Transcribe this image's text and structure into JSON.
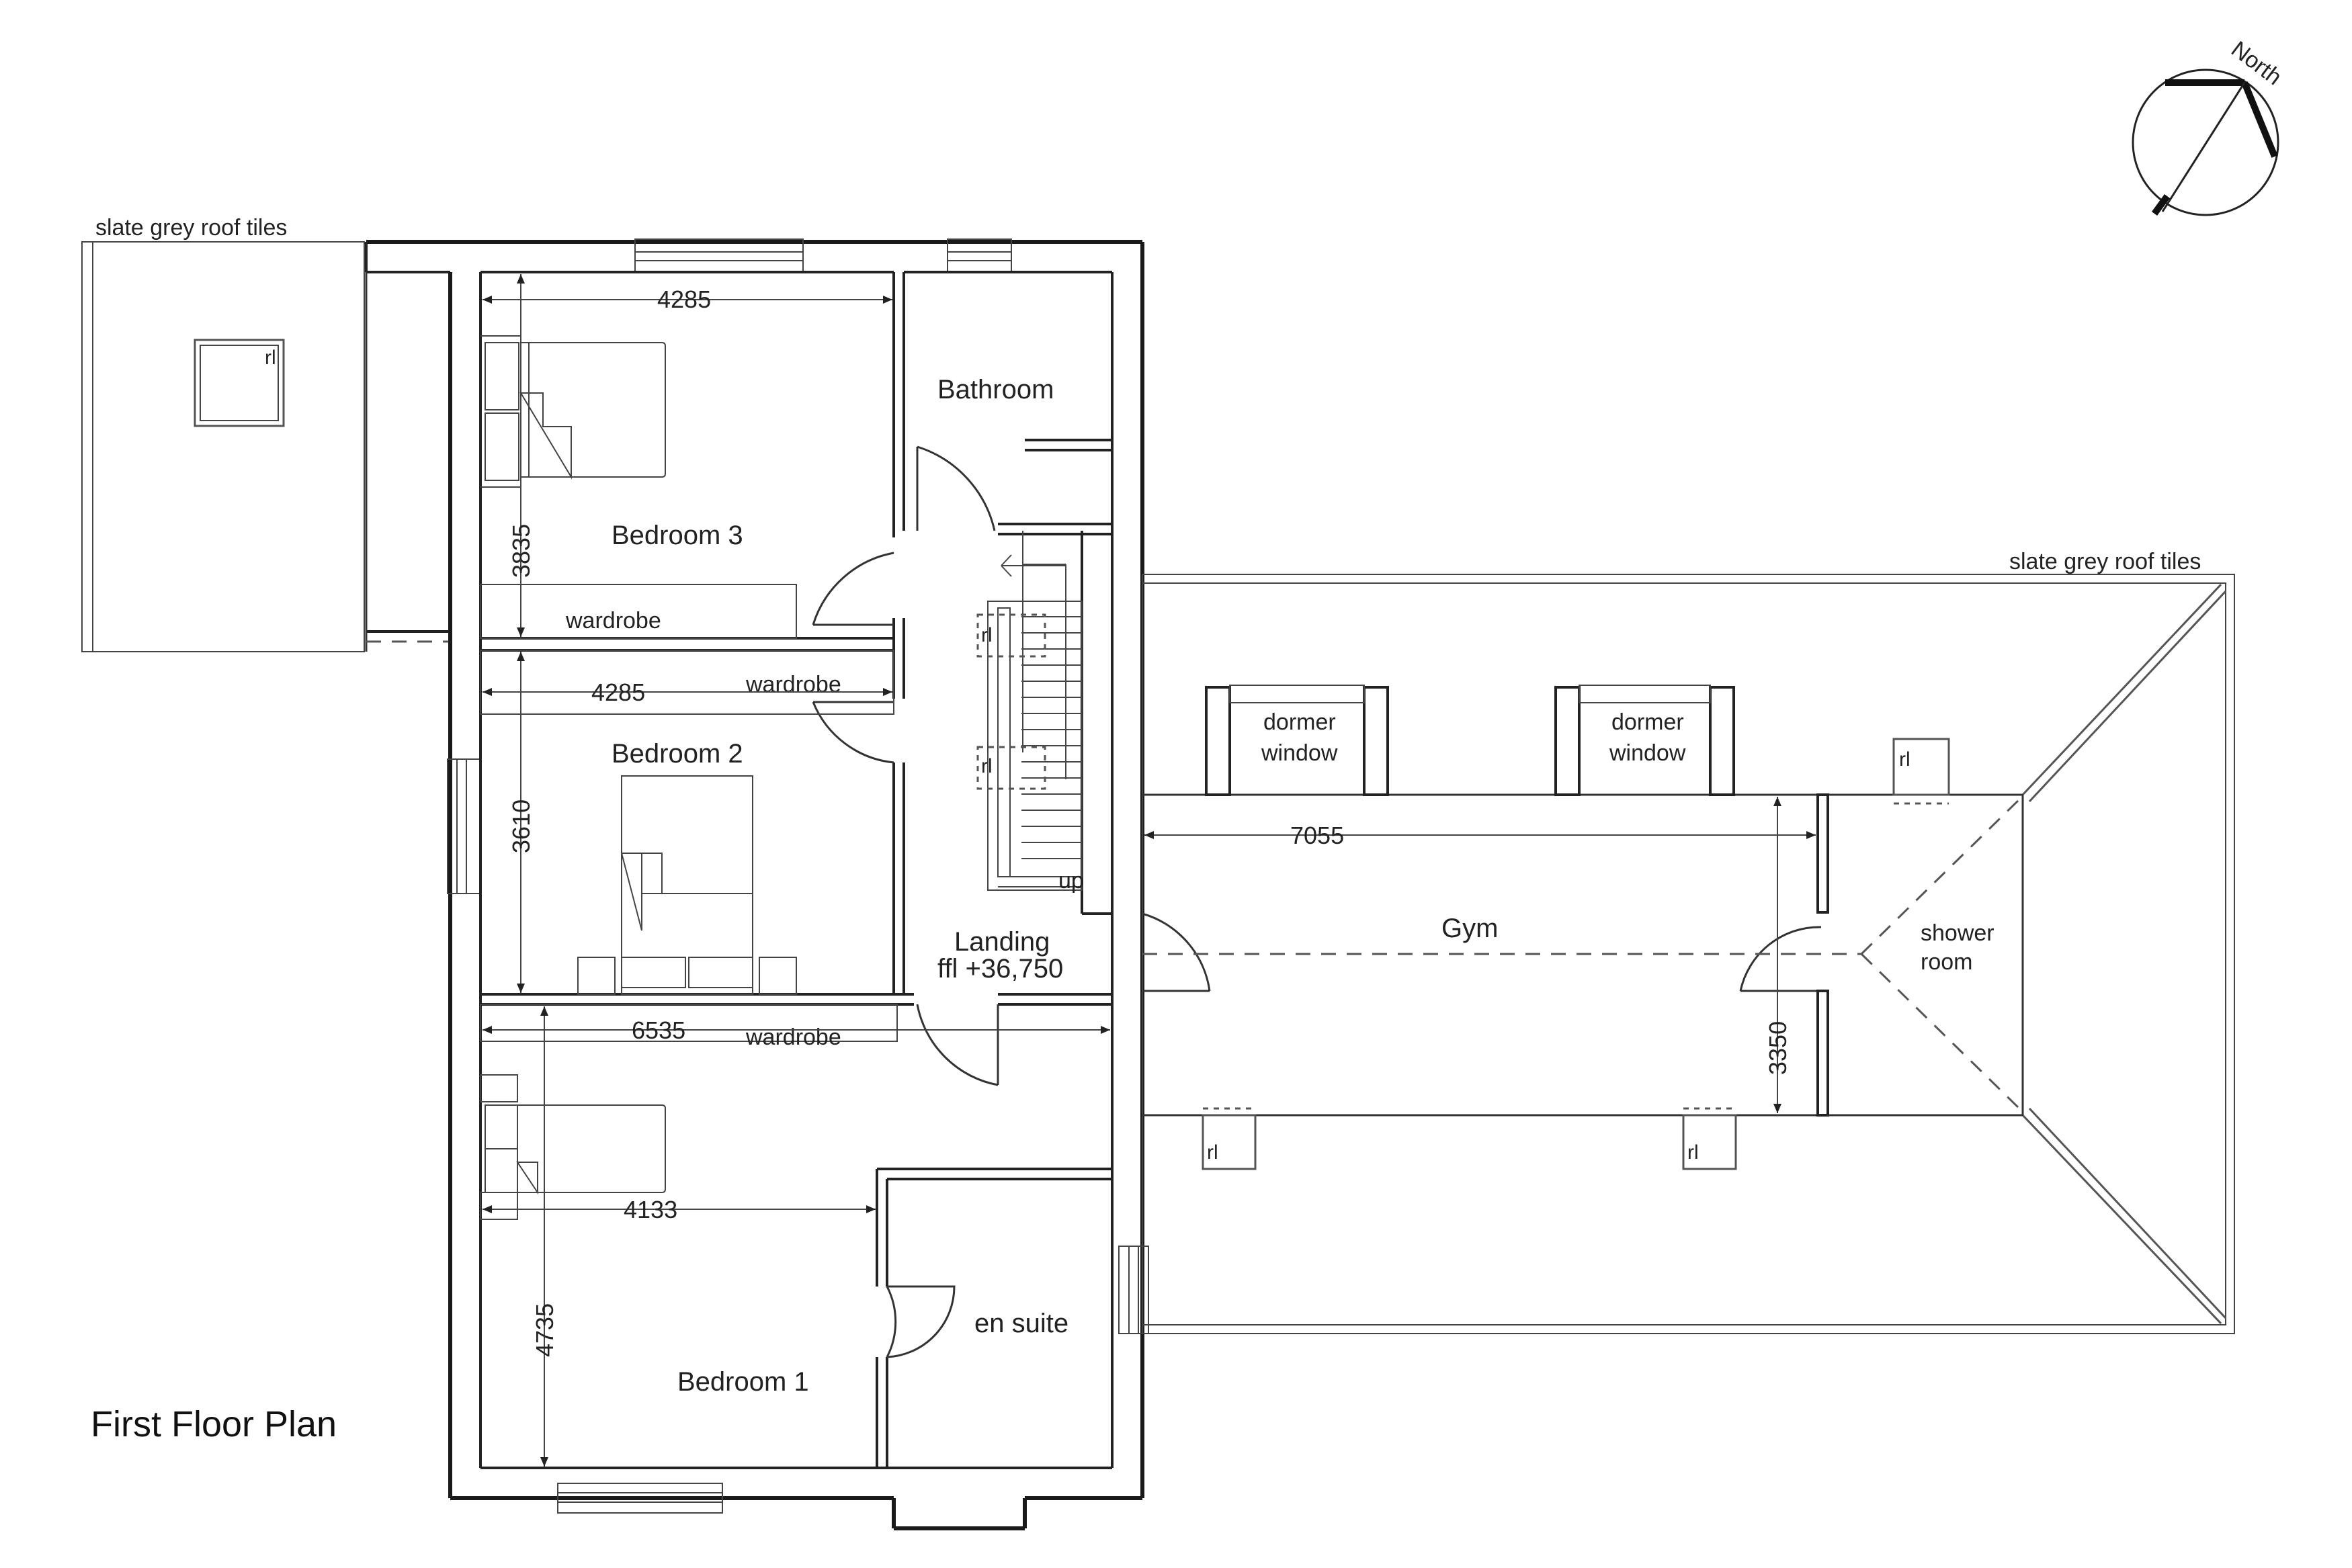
{
  "drawing": {
    "title": "First Floor Plan",
    "north_label": "North",
    "roof_left_label": "slate grey roof tiles",
    "roof_right_label": "slate grey roof tiles"
  },
  "rooms": {
    "bathroom": "Bathroom",
    "bedroom3": "Bedroom 3",
    "bedroom2": "Bedroom 2",
    "bedroom1": "Bedroom 1",
    "en_suite": "en suite",
    "landing": "Landing",
    "landing_level": "ffl +36,750",
    "gym": "Gym",
    "shower_line1": "shower",
    "shower_line2": "room"
  },
  "labels": {
    "wardrobe_b3": "wardrobe",
    "wardrobe_b2": "wardrobe",
    "wardrobe_b1": "wardrobe",
    "dormer1_line1": "dormer",
    "dormer1_line2": "window",
    "dormer2_line1": "dormer",
    "dormer2_line2": "window",
    "stair_up": "up",
    "rooflight": "rl"
  },
  "dimensions": {
    "bedroom3_width": "4285",
    "bedroom3_depth": "3835",
    "bedroom2_width": "4285",
    "bedroom2_depth": "3610",
    "bedroom1_width": "6535",
    "bedroom1_inner_width": "4133",
    "bedroom1_depth": "4735",
    "gym_length": "7055",
    "gym_width": "3350"
  }
}
